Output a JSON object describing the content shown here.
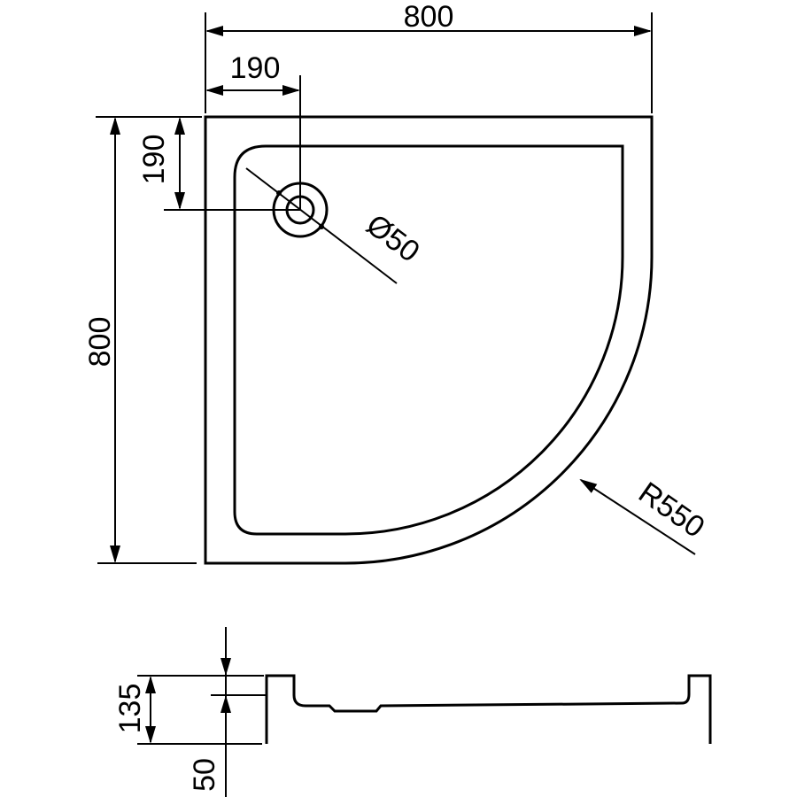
{
  "plan_view": {
    "width_label": "800",
    "height_label": "800",
    "drain_offset_x_label": "190",
    "drain_offset_y_label": "190",
    "drain_diameter_label": "Ø50",
    "radius_label": "R550"
  },
  "side_view": {
    "height_label": "135",
    "drain_height_label": "50"
  },
  "colors": {
    "line": "#000000",
    "background": "#ffffff"
  }
}
